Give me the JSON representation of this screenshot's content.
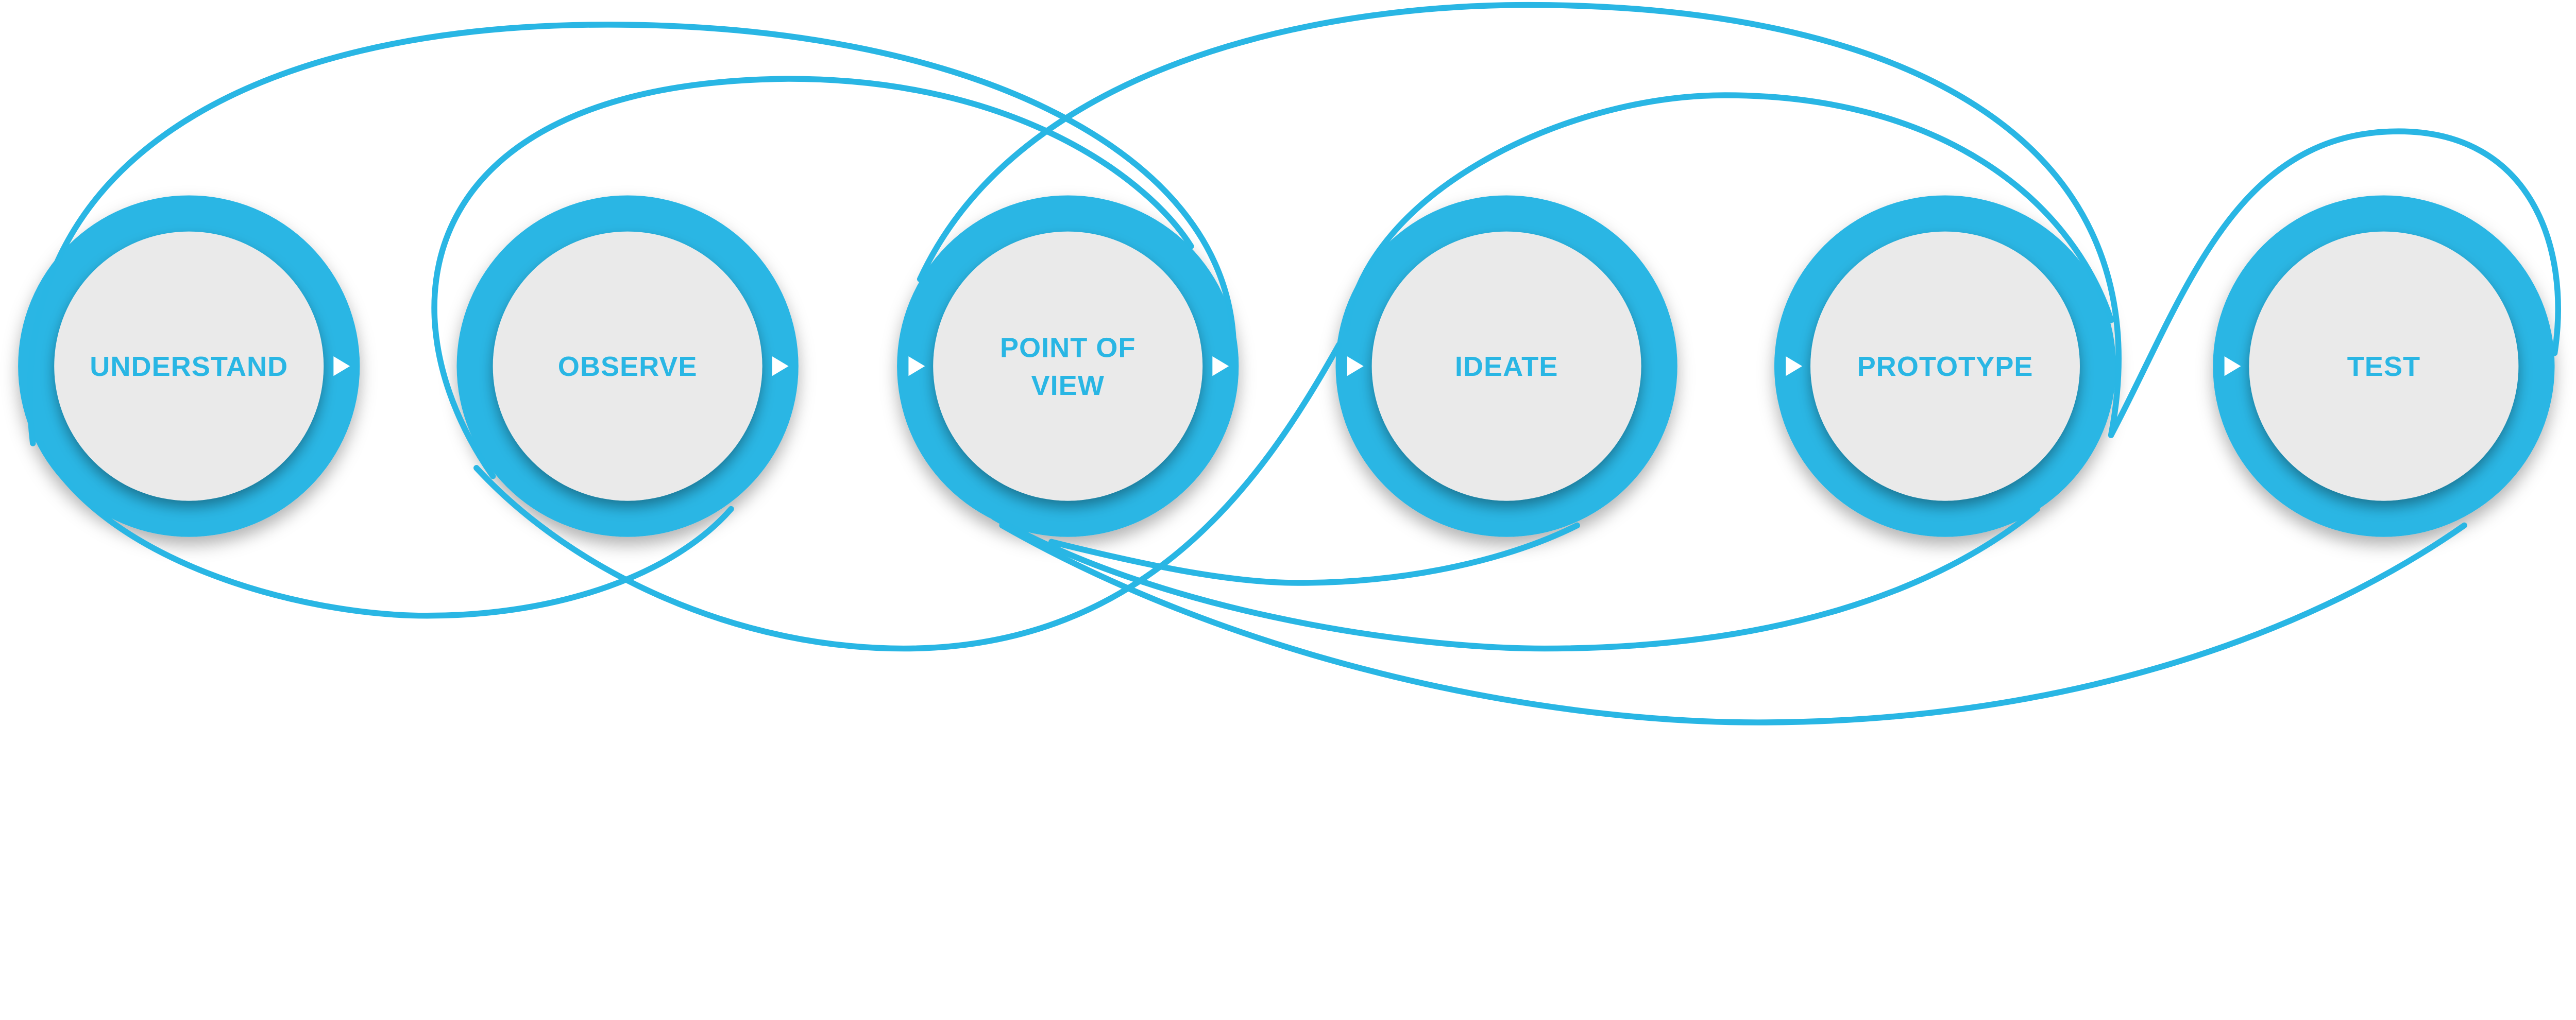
{
  "colors": {
    "accent": "#29b6e4",
    "node_fill": "#eaeaea",
    "arrow": "#ffffff",
    "background": "#ffffff"
  },
  "nodes": [
    {
      "id": "understand",
      "lines": [
        "UNDERSTAND"
      ],
      "arrow_left": false,
      "arrow_right": true
    },
    {
      "id": "observe",
      "lines": [
        "OBSERVE"
      ],
      "arrow_left": false,
      "arrow_right": true
    },
    {
      "id": "point-of-view",
      "lines": [
        "POINT OF",
        "VIEW"
      ],
      "arrow_left": true,
      "arrow_right": true
    },
    {
      "id": "ideate",
      "lines": [
        "IDEATE"
      ],
      "arrow_left": true,
      "arrow_right": false
    },
    {
      "id": "prototype",
      "lines": [
        "PROTOTYPE"
      ],
      "arrow_left": true,
      "arrow_right": false
    },
    {
      "id": "test",
      "lines": [
        "TEST"
      ],
      "arrow_left": true,
      "arrow_right": false
    }
  ],
  "arrow_icon": "triangle-right-icon"
}
